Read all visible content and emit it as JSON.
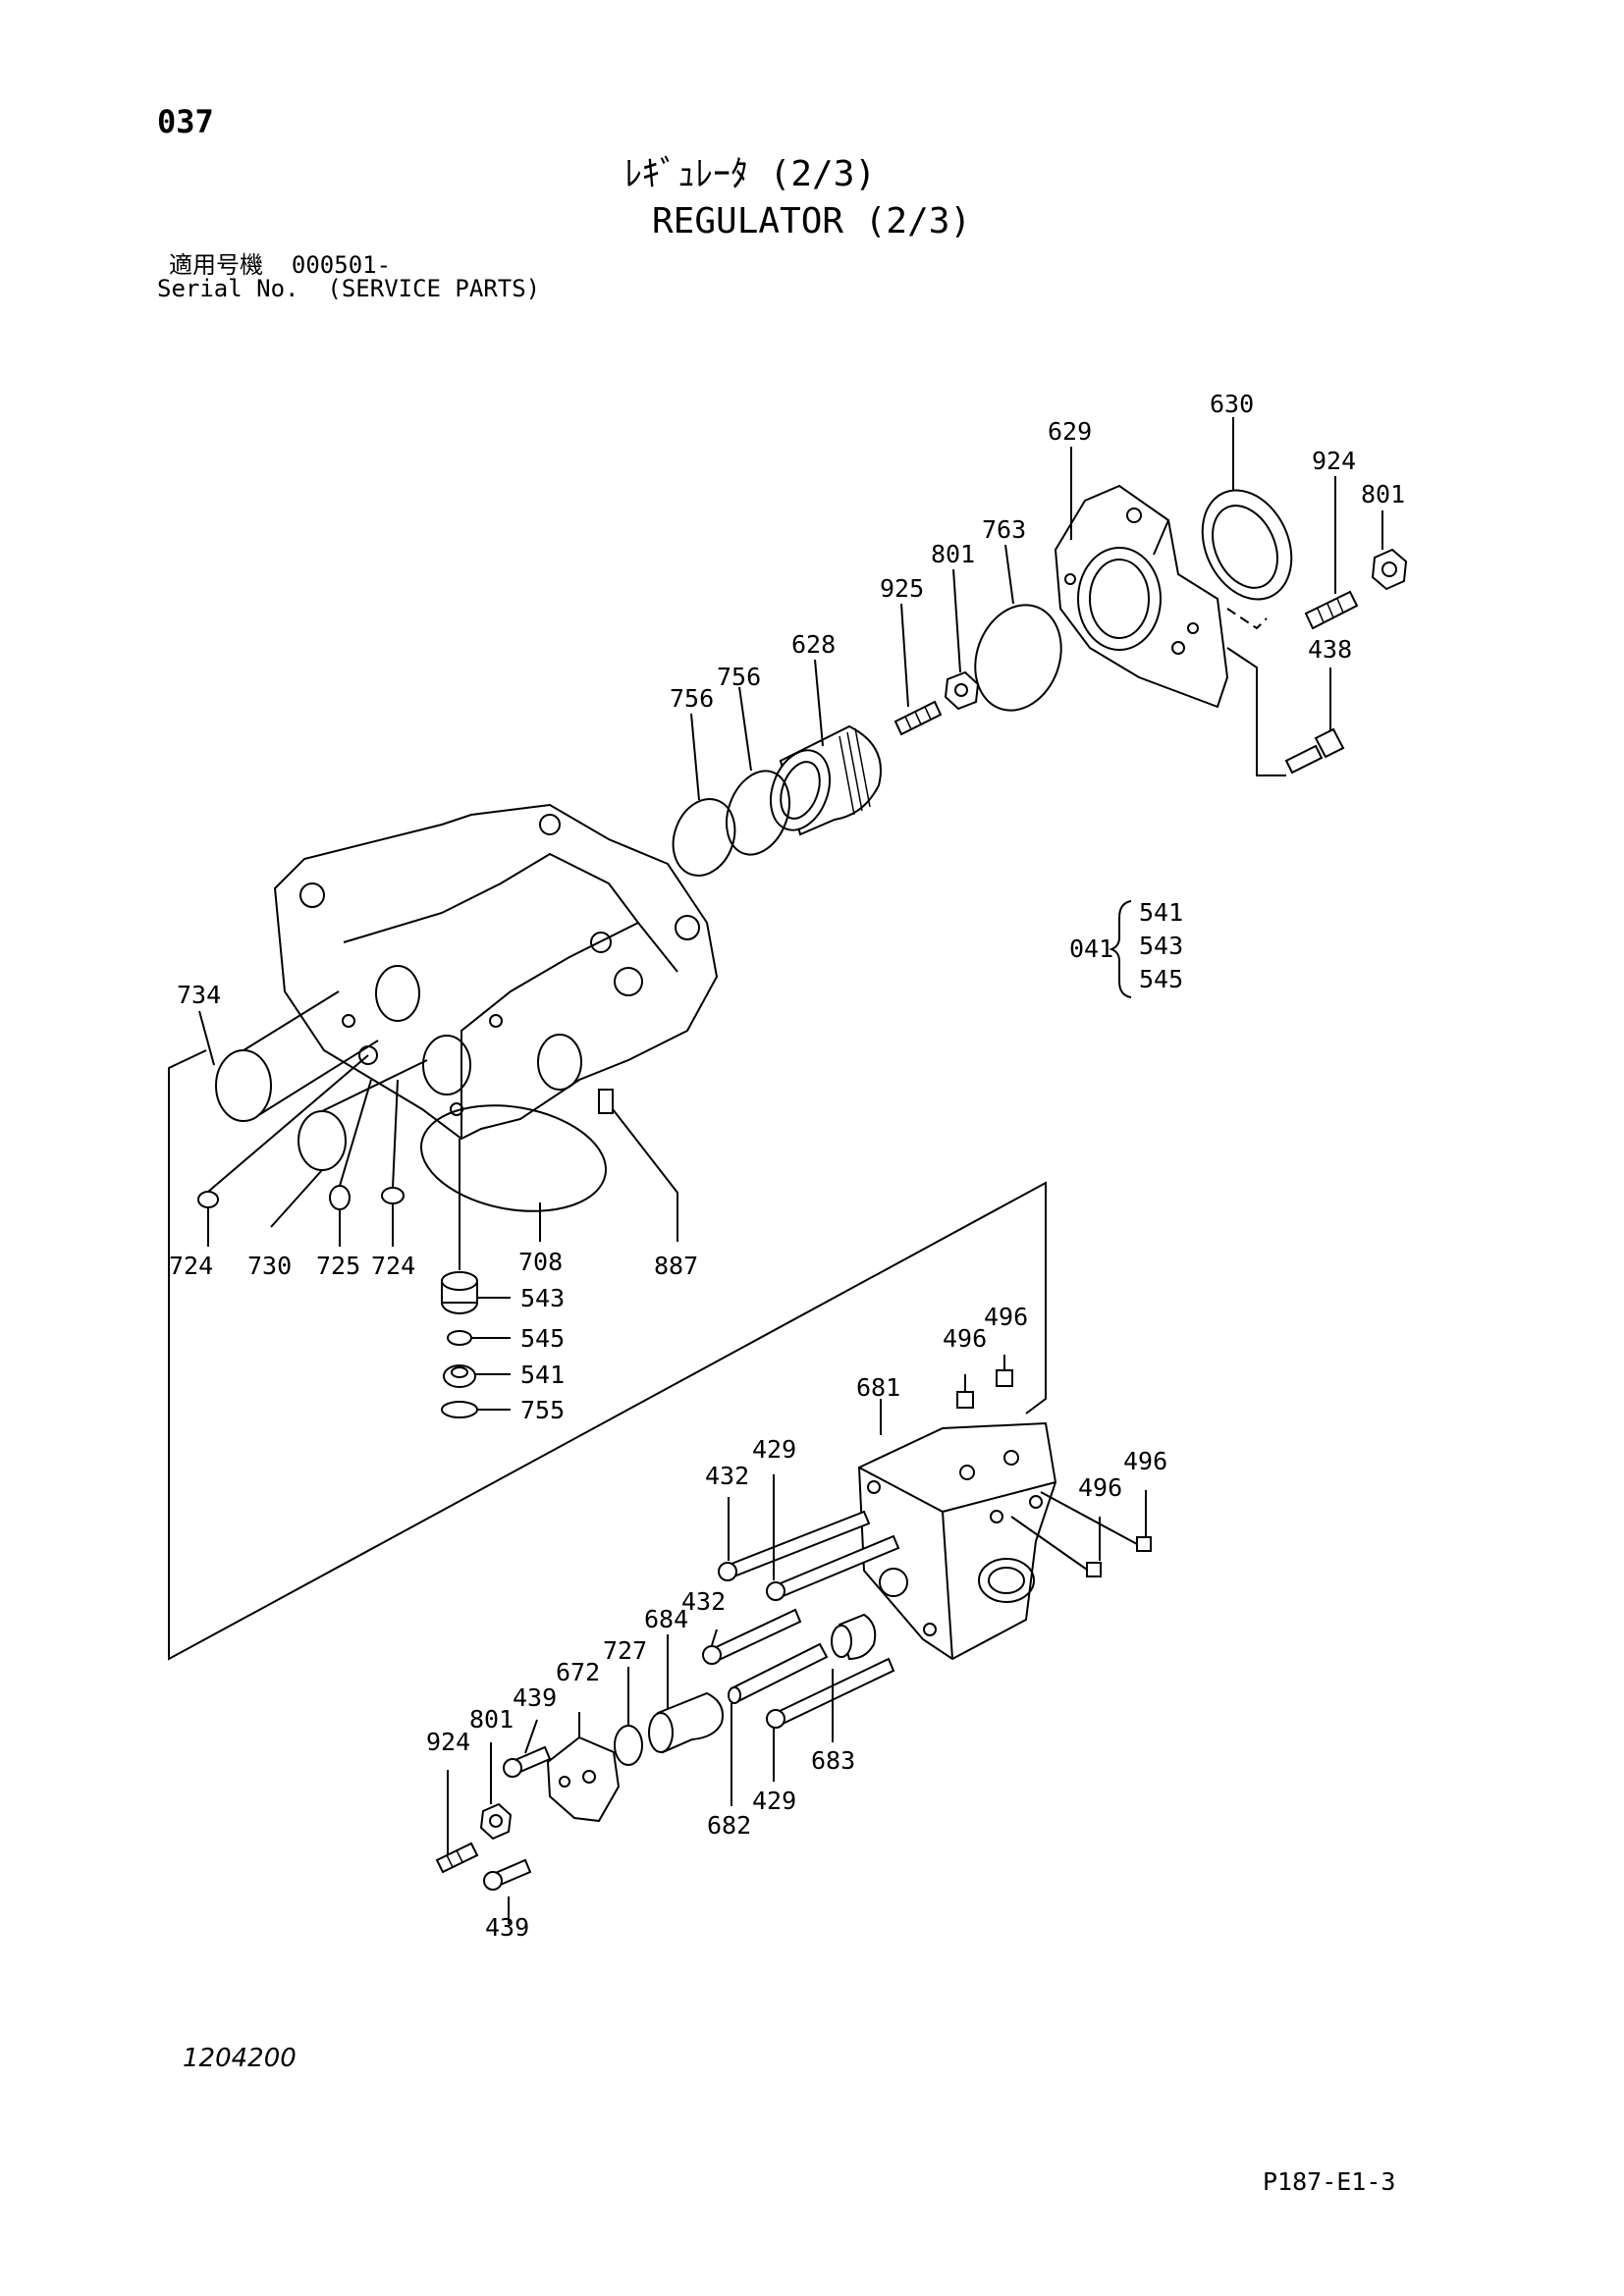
{
  "header": {
    "page_number": "037",
    "title_jp": "ﾚｷﾞｭﾚｰﾀ (2/3)",
    "title_en": "REGULATOR (2/3)",
    "serial_label_jp": "適用号機  000501-",
    "serial_label_en": "Serial No.  (SERVICE PARTS)"
  },
  "footer": {
    "drawing_number": "1204200",
    "page_ref": "P187-E1-3"
  },
  "group": {
    "label": "041",
    "items": [
      "541",
      "543",
      "545"
    ]
  },
  "callouts": [
    {
      "id": "c630",
      "text": "630"
    },
    {
      "id": "c629",
      "text": "629"
    },
    {
      "id": "c924a",
      "text": "924"
    },
    {
      "id": "c801a",
      "text": "801"
    },
    {
      "id": "c763",
      "text": "763"
    },
    {
      "id": "c801b",
      "text": "801"
    },
    {
      "id": "c925",
      "text": "925"
    },
    {
      "id": "c438",
      "text": "438"
    },
    {
      "id": "c628",
      "text": "628"
    },
    {
      "id": "c756a",
      "text": "756"
    },
    {
      "id": "c756b",
      "text": "756"
    },
    {
      "id": "c734",
      "text": "734"
    },
    {
      "id": "c724a",
      "text": "724"
    },
    {
      "id": "c730",
      "text": "730"
    },
    {
      "id": "c725",
      "text": "725"
    },
    {
      "id": "c724b",
      "text": "724"
    },
    {
      "id": "c708",
      "text": "708"
    },
    {
      "id": "c887",
      "text": "887"
    },
    {
      "id": "c543",
      "text": "543"
    },
    {
      "id": "c545",
      "text": "545"
    },
    {
      "id": "c541",
      "text": "541"
    },
    {
      "id": "c755",
      "text": "755"
    },
    {
      "id": "c496a",
      "text": "496"
    },
    {
      "id": "c496b",
      "text": "496"
    },
    {
      "id": "c681",
      "text": "681"
    },
    {
      "id": "c429a",
      "text": "429"
    },
    {
      "id": "c432a",
      "text": "432"
    },
    {
      "id": "c496c",
      "text": "496"
    },
    {
      "id": "c496d",
      "text": "496"
    },
    {
      "id": "c432b",
      "text": "432"
    },
    {
      "id": "c684",
      "text": "684"
    },
    {
      "id": "c727",
      "text": "727"
    },
    {
      "id": "c672",
      "text": "672"
    },
    {
      "id": "c439a",
      "text": "439"
    },
    {
      "id": "c801c",
      "text": "801"
    },
    {
      "id": "c924b",
      "text": "924"
    },
    {
      "id": "c683",
      "text": "683"
    },
    {
      "id": "c429b",
      "text": "429"
    },
    {
      "id": "c682",
      "text": "682"
    },
    {
      "id": "c439b",
      "text": "439"
    }
  ]
}
